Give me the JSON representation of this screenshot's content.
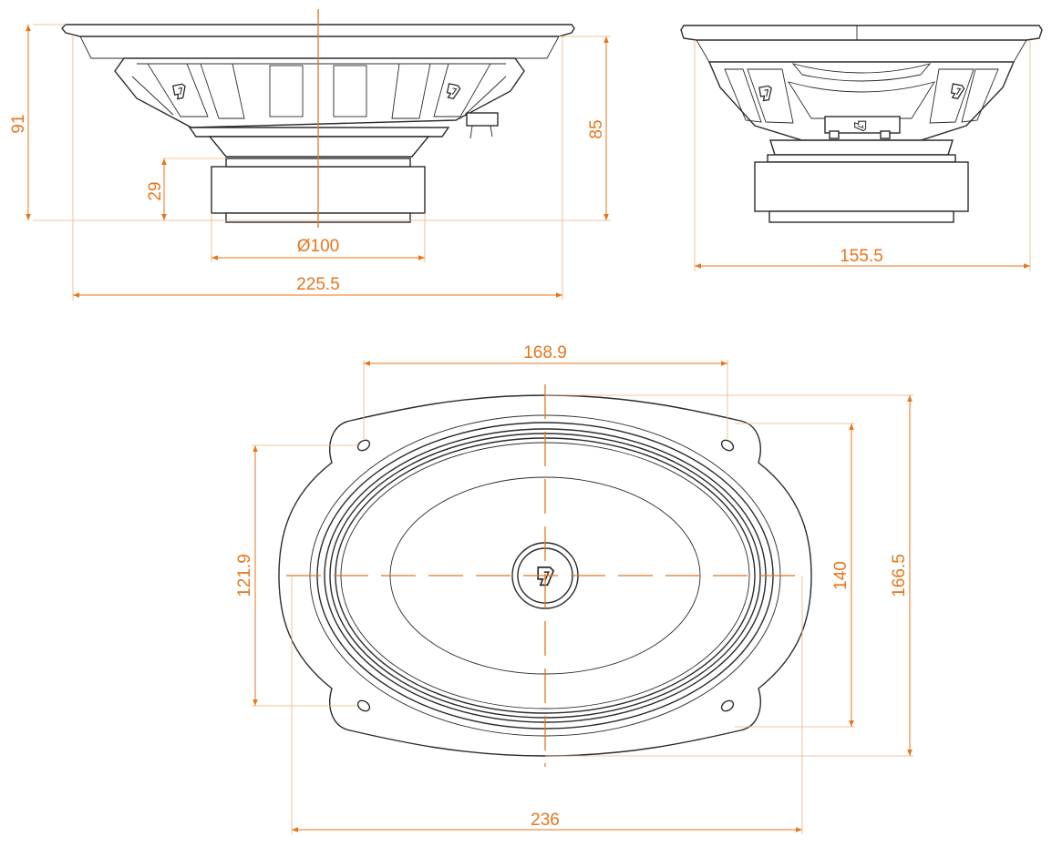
{
  "drawing": {
    "accent_color": "#e8751a",
    "outline_color": "#2b2b2b",
    "logo_icon": "dl-logo-icon",
    "dimensions": {
      "side_overall_height": "91",
      "side_basket_height": "85",
      "side_magnet_height": "29",
      "side_magnet_diameter": "Ø100",
      "side_overall_width": "225.5",
      "front_depth_width": "155.5",
      "top_hole_spacing_width": "168.9",
      "top_hole_spacing_height": "121.9",
      "top_inner_height": "140",
      "top_overall_height": "166.5",
      "top_overall_width": "236"
    }
  }
}
